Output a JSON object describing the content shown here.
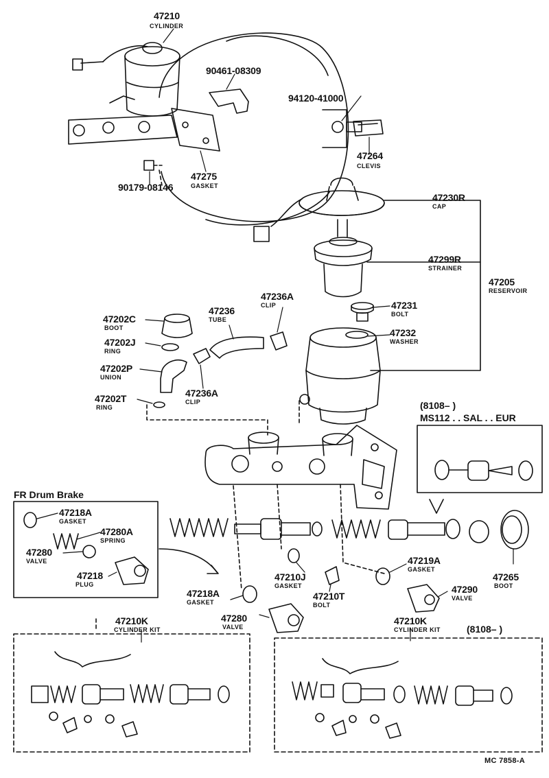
{
  "parts": [
    {
      "id": "p47210",
      "number": "47210",
      "name": "CYLINDER"
    },
    {
      "id": "p90461",
      "number": "90461-08309",
      "name": ""
    },
    {
      "id": "p94120",
      "number": "94120-41000",
      "name": ""
    },
    {
      "id": "p47264",
      "number": "47264",
      "name": "CLEVIS"
    },
    {
      "id": "p47275",
      "number": "47275",
      "name": "GASKET"
    },
    {
      "id": "p90179",
      "number": "90179-08146",
      "name": ""
    },
    {
      "id": "p47230R",
      "number": "47230R",
      "name": "CAP"
    },
    {
      "id": "p47299R",
      "number": "47299R",
      "name": "STRAINER"
    },
    {
      "id": "p47205",
      "number": "47205",
      "name": "RESERVOIR"
    },
    {
      "id": "p47236A1",
      "number": "47236A",
      "name": "CLIP"
    },
    {
      "id": "p47236",
      "number": "47236",
      "name": "TUBE"
    },
    {
      "id": "p47231",
      "number": "47231",
      "name": "BOLT"
    },
    {
      "id": "p47232",
      "number": "47232",
      "name": "WASHER"
    },
    {
      "id": "p47202C",
      "number": "47202C",
      "name": "BOOT"
    },
    {
      "id": "p47202J",
      "number": "47202J",
      "name": "RING"
    },
    {
      "id": "p47202P",
      "number": "47202P",
      "name": "UNION"
    },
    {
      "id": "p47236A2",
      "number": "47236A",
      "name": "CLIP"
    },
    {
      "id": "p47202T",
      "number": "47202T",
      "name": "RING"
    },
    {
      "id": "p47218A1",
      "number": "47218A",
      "name": "GASKET"
    },
    {
      "id": "p47280A",
      "number": "47280A",
      "name": "SPRING"
    },
    {
      "id": "p47280a",
      "number": "47280",
      "name": "VALVE"
    },
    {
      "id": "p47218",
      "number": "47218",
      "name": "PLUG"
    },
    {
      "id": "p47219A",
      "number": "47219A",
      "name": "GASKET"
    },
    {
      "id": "p47265",
      "number": "47265",
      "name": "BOOT"
    },
    {
      "id": "p47210J",
      "number": "47210J",
      "name": "GASKET"
    },
    {
      "id": "p47210T",
      "number": "47210T",
      "name": "BOLT"
    },
    {
      "id": "p47290",
      "number": "47290",
      "name": "VALVE"
    },
    {
      "id": "p47218A2",
      "number": "47218A",
      "name": "GASKET"
    },
    {
      "id": "p47280b",
      "number": "47280",
      "name": "VALVE"
    },
    {
      "id": "p47210K1",
      "number": "47210K",
      "name": "CYLINDER KIT"
    },
    {
      "id": "p47210K2",
      "number": "47210K",
      "name": "CYLINDER KIT"
    }
  ],
  "notes": {
    "ms112_date": "(8108–        )",
    "ms112_markets": "MS112 . . SAL . . EUR",
    "fr_drum_brake": "FR Drum Brake",
    "kit2_date": "(8108–        )",
    "figure_code": "MC  7858-A"
  }
}
